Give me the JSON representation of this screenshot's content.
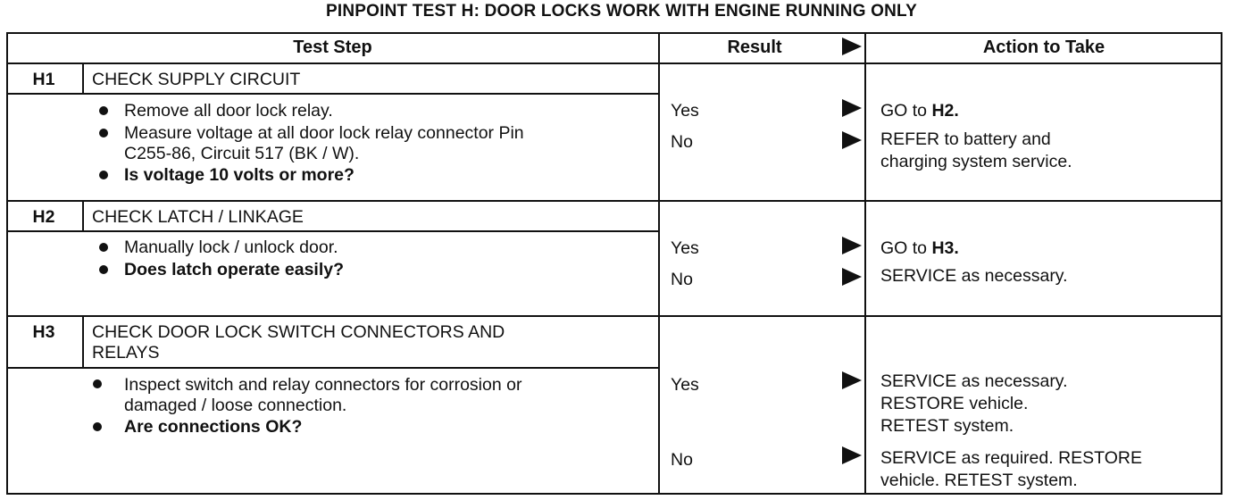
{
  "title": "PINPOINT TEST H: DOOR LOCKS WORK WITH ENGINE RUNNING ONLY",
  "header": {
    "test_step": "Test Step",
    "result": "Result",
    "action": "Action to Take"
  },
  "icons": {
    "bullet": "bullet-icon",
    "arrow": "right-arrow-icon"
  },
  "steps": [
    {
      "id": "H1",
      "heading_lines": [
        "CHECK SUPPLY CIRCUIT"
      ],
      "bullets": [
        {
          "lines": [
            "Remove all door lock relay."
          ],
          "bold": false
        },
        {
          "lines": [
            "Measure voltage at all door lock relay connector Pin",
            "C255-86, Circuit 517 (BK / W)."
          ],
          "bold": false
        },
        {
          "lines": [
            "Is voltage 10 volts or more?"
          ],
          "bold": true
        }
      ],
      "results": [
        {
          "label": "Yes",
          "action_parts": [
            {
              "text": "GO to ",
              "bold": false
            },
            {
              "text": "H2.",
              "bold": true
            }
          ],
          "action_lines": []
        },
        {
          "label": "No",
          "action_parts": [],
          "action_lines": [
            "REFER to battery and",
            "charging system service."
          ]
        }
      ]
    },
    {
      "id": "H2",
      "heading_lines": [
        "CHECK LATCH / LINKAGE"
      ],
      "bullets": [
        {
          "lines": [
            "Manually lock / unlock door."
          ],
          "bold": false
        },
        {
          "lines": [
            "Does latch operate easily?"
          ],
          "bold": true
        }
      ],
      "results": [
        {
          "label": "Yes",
          "action_parts": [
            {
              "text": "GO to ",
              "bold": false
            },
            {
              "text": "H3.",
              "bold": true
            }
          ],
          "action_lines": []
        },
        {
          "label": "No",
          "action_parts": [],
          "action_lines": [
            "SERVICE as necessary."
          ]
        }
      ]
    },
    {
      "id": "H3",
      "heading_lines": [
        "CHECK DOOR LOCK SWITCH CONNECTORS AND",
        "RELAYS"
      ],
      "bullets": [
        {
          "lines": [
            "Inspect switch and relay connectors for corrosion or",
            "damaged / loose connection."
          ],
          "bold": false
        },
        {
          "lines": [
            "Are connections OK?"
          ],
          "bold": true
        }
      ],
      "results": [
        {
          "label": "Yes",
          "action_parts": [],
          "action_lines": [
            "SERVICE as necessary.",
            "RESTORE vehicle.",
            "RETEST system."
          ]
        },
        {
          "label": "No",
          "action_parts": [],
          "action_lines": [
            "SERVICE as required. RESTORE",
            "vehicle. RETEST system."
          ]
        }
      ]
    }
  ]
}
